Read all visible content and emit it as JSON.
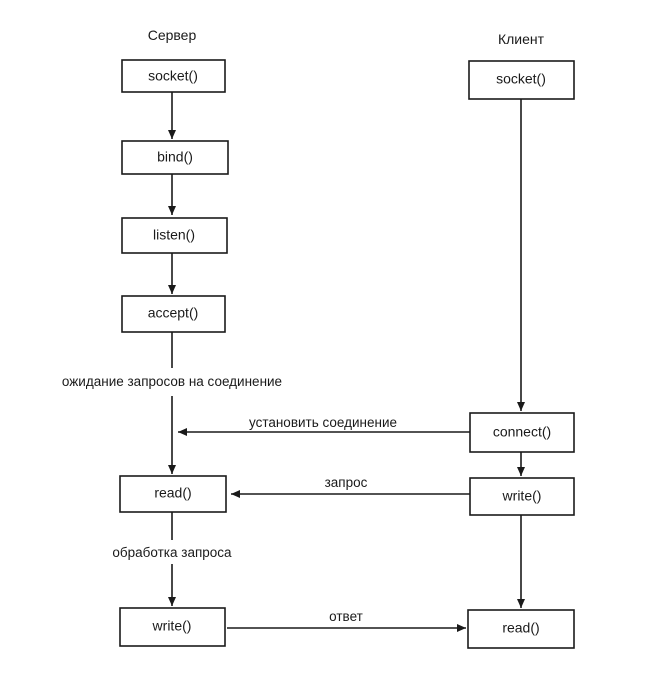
{
  "columns": {
    "server": "Сервер",
    "client": "Клиент"
  },
  "server_steps": {
    "socket": "socket()",
    "bind": "bind()",
    "listen": "listen()",
    "accept": "accept()",
    "read": "read()",
    "write": "write()"
  },
  "client_steps": {
    "socket": "socket()",
    "connect": "connect()",
    "write": "write()",
    "read": "read()"
  },
  "notes": {
    "waiting": "ожидание запросов на соединение",
    "processing": "обработка запроса"
  },
  "messages": {
    "connect": "установить соединение",
    "request": "запрос",
    "response": "ответ"
  }
}
